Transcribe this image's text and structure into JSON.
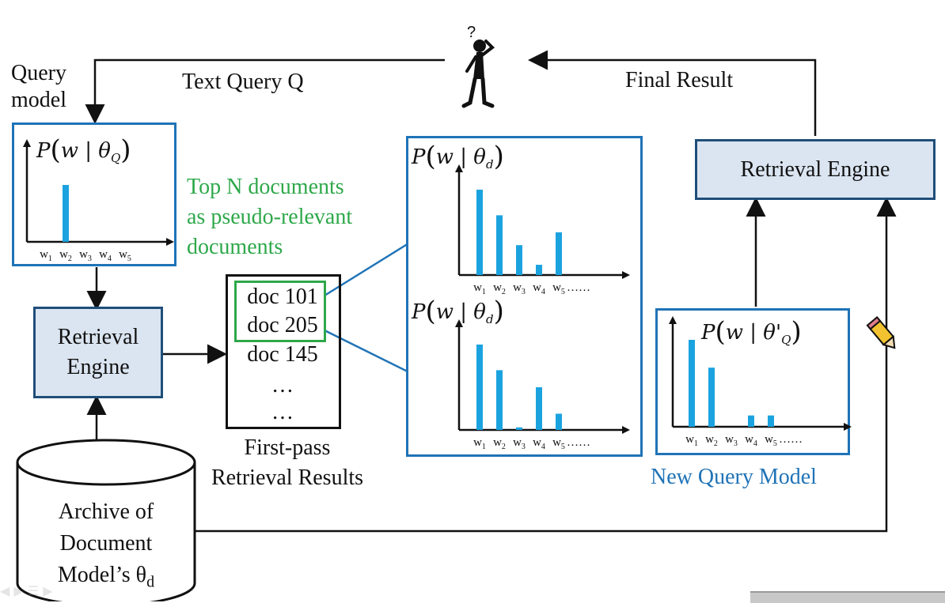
{
  "labels": {
    "query_model": "Query\nmodel",
    "text_query": "Text Query Q",
    "final_result": "Final Result",
    "top_n": "Top N documents\nas pseudo-relevant\ndocuments",
    "retrieval_engine_left": "Retrieval\nEngine",
    "retrieval_engine_top": "Retrieval Engine",
    "first_pass": "First-pass\nRetrieval Results",
    "archive": "Archive of\nDocument\nModel’s θ",
    "archive_sub": "d",
    "new_query_model": "New Query Model",
    "question_mark": "?"
  },
  "docs": [
    "doc 101",
    "doc 205",
    "doc 145",
    "…",
    "…"
  ],
  "plots": {
    "query": {
      "prob": "P",
      "given": "w | θ",
      "sub": "Q",
      "ticks": [
        "w1",
        "w2",
        "w3",
        "w4",
        "w5"
      ],
      "values": [
        0,
        1,
        0,
        0,
        0
      ]
    },
    "doc1": {
      "prob": "P",
      "given": "w | θ",
      "sub": "d",
      "ticks": [
        "w1",
        "w2",
        "w3",
        "w4",
        "w5",
        "……"
      ],
      "values": [
        1.0,
        0.7,
        0.35,
        0.12,
        0.5
      ]
    },
    "doc2": {
      "prob": "P",
      "given": "w | θ",
      "sub": "d",
      "ticks": [
        "w1",
        "w2",
        "w3",
        "w4",
        "w5",
        "……"
      ],
      "values": [
        1.0,
        0.7,
        0.03,
        0.5,
        0.19
      ]
    },
    "newq": {
      "prob": "P",
      "given": "w | θ'",
      "sub": "Q",
      "ticks": [
        "w1",
        "w2",
        "w3",
        "w4",
        "w5",
        "……"
      ],
      "values": [
        1.0,
        0.68,
        0,
        0.13,
        0.13
      ]
    }
  },
  "colors": {
    "bar": "#1ba3e0",
    "box_border": "#1f73b7",
    "engine_fill": "#dbe5f1",
    "green": "#2ea84a",
    "arrow_blue": "#1f73b7"
  }
}
